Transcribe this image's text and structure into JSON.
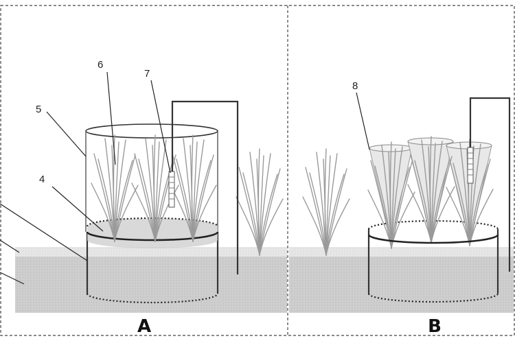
{
  "panels": [
    {
      "id": "A",
      "label": "A"
    },
    {
      "id": "B",
      "label": "B"
    }
  ],
  "callouts": [
    {
      "id": "5",
      "text": "5"
    },
    {
      "id": "6",
      "text": "6"
    },
    {
      "id": "7",
      "text": "7"
    },
    {
      "id": "4",
      "text": "4"
    },
    {
      "id": "8",
      "text": "8"
    }
  ],
  "colors": {
    "soil": "#c8c8c8",
    "water": "#e2e2e2",
    "line": "#333333",
    "plant": "#9a9a9a"
  }
}
